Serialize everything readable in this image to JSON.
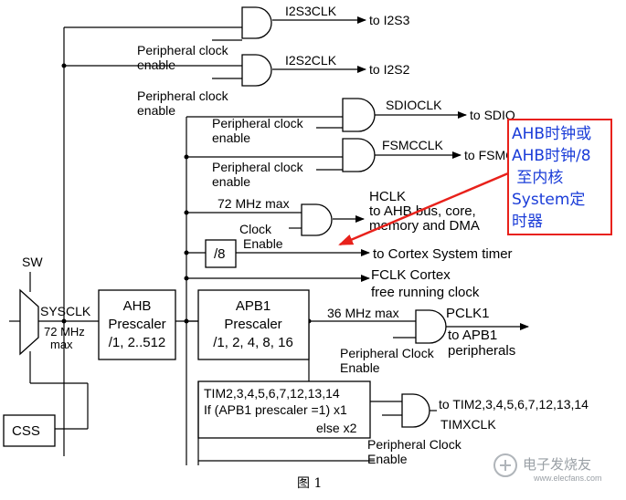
{
  "diagram": {
    "gates": [
      {
        "enable_label": "Peripheral clock\nenable",
        "clk_label": "I2S3CLK",
        "dest_label": "to I2S3"
      },
      {
        "enable_label": "Peripheral clock\nenable",
        "clk_label": "I2S2CLK",
        "dest_label": "to I2S2"
      },
      {
        "enable_label": "Peripheral clock\nenable",
        "clk_label": "SDIOCLK",
        "dest_label": "to SDIO"
      },
      {
        "enable_label": "Peripheral clock\nenable",
        "clk_label": "FSMCCLK",
        "dest_label": "to FSMC"
      }
    ],
    "hclk": {
      "max_label": "72 MHz max",
      "enable_label": "Clock\nEnable",
      "title": "HCLK",
      "dest_label": "to AHB bus, core,\nmemory and DMA"
    },
    "div8": {
      "label": "/8",
      "dest_label": "to Cortex System timer"
    },
    "fclk": {
      "label": "FCLK Cortex\nfree running clock"
    },
    "sw_label": "SW",
    "sysclk": {
      "label": "SYSCLK",
      "max_label": "72 MHz\nmax"
    },
    "ahb": {
      "label": "AHB\nPrescaler\n/1, 2..512"
    },
    "apb1": {
      "label": "APB1\nPrescaler\n/1, 2, 4, 8, 16",
      "max_label": "36 MHz max"
    },
    "pclk1": {
      "title": "PCLK1",
      "dest_label": "to APB1\nperipherals",
      "enable_label": "Peripheral Clock\nEnable"
    },
    "tim": {
      "list_label": "TIM2,3,4,5,6,7,12,13,14",
      "cond_label": "If (APB1 prescaler =1) x1",
      "else_label": "else  x2",
      "dest_label": "to TIM2,3,4,5,6,7,12,13,14",
      "clk_label": "TIMXCLK",
      "enable_label": "Peripheral Clock\nEnable"
    },
    "css": {
      "label": "CSS"
    },
    "callout": {
      "text": "AHB时钟或\nAHB时钟/8\n 至内核\nSystem定\n时器",
      "border_color": "#e8211b",
      "text_color": "#1a3cd8"
    },
    "caption": "图 1",
    "watermark": {
      "main": "电子发烧友",
      "sub": "www.elecfans.com"
    }
  }
}
